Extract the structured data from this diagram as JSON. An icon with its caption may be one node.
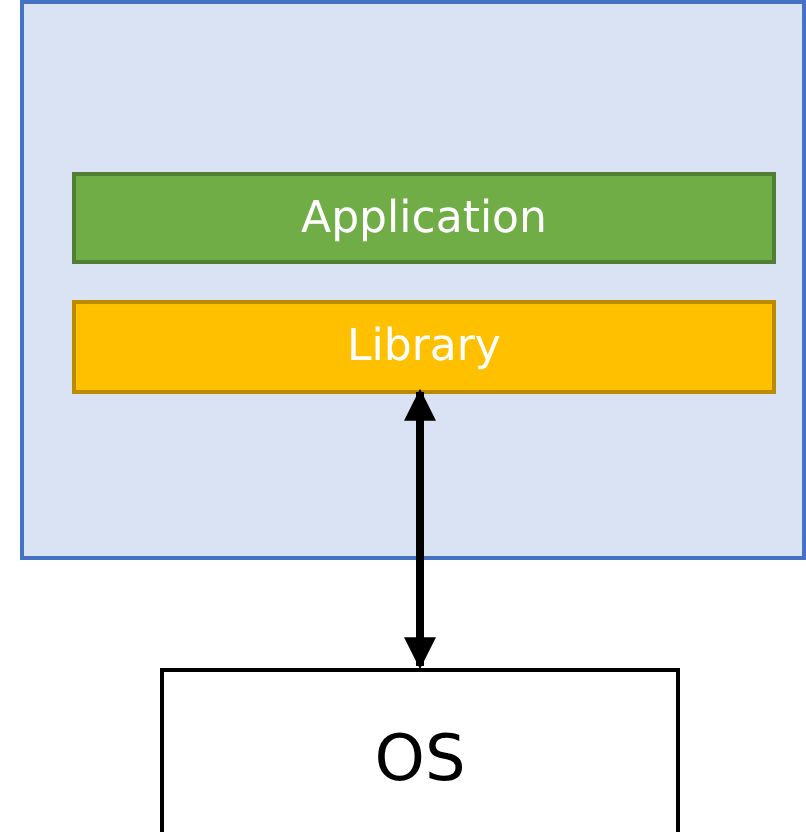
{
  "diagram": {
    "nodes": [
      {
        "text": [],
        "shape": "box"
      },
      {
        "text": [
          "Application"
        ],
        "in": 0
      },
      {
        "text": [
          "Library"
        ],
        "in": 0
      },
      {
        "text": [
          "OS"
        ]
      }
    ],
    "edges": [
      {
        "from": 2,
        "to": 3,
        "arrow": "both"
      }
    ]
  }
}
